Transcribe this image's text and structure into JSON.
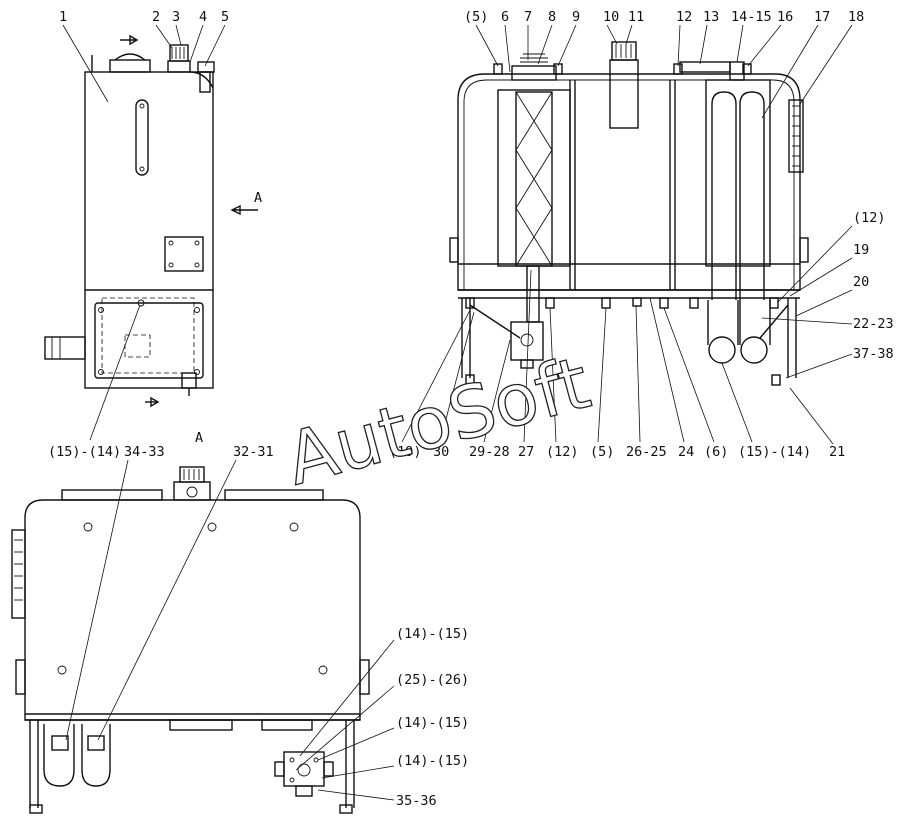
{
  "watermark": "AutoSoft",
  "view_a_label": "A",
  "arrow_a_label": "A",
  "callouts": {
    "left_view": [
      "1",
      "2",
      "3",
      "4",
      "5",
      "(15)-(14)"
    ],
    "right_top_row": [
      "(5)",
      "6",
      "7",
      "8",
      "9",
      "10",
      "11",
      "12",
      "13",
      "14-15",
      "16",
      "17",
      "18"
    ],
    "right_side": [
      "(12)",
      "19",
      "20",
      "22-23",
      "37-38",
      "21"
    ],
    "right_bottom_row": [
      "(19)",
      "30",
      "29-28",
      "27",
      "(12)",
      "(5)",
      "26-25",
      "24",
      "(6)",
      "(15)-(14)"
    ],
    "bottom_view": [
      "34-33",
      "32-31",
      "(14)-(15)",
      "(25)-(26)",
      "(14)-(15)",
      "(14)-(15)",
      "35-36"
    ]
  }
}
